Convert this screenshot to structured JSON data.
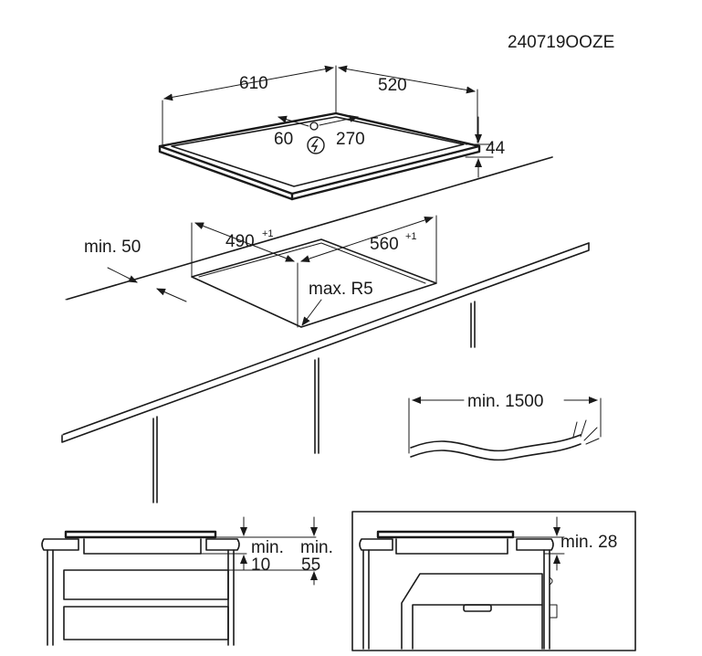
{
  "diagram_code": "240719OOZE",
  "hob_dimensions": {
    "width": "610",
    "depth": "520",
    "height": "44",
    "connection_left": "60",
    "connection_right": "270",
    "power_symbol": "electrical-connection-icon"
  },
  "cutout": {
    "min_front_distance": "min. 50",
    "width": "490",
    "width_tolerance": "+1",
    "depth": "560",
    "depth_tolerance": "+1",
    "corner_radius": "max. R5"
  },
  "cable": {
    "min_length": "min. 1500"
  },
  "drawer_clearance": {
    "left_label_line1": "min.",
    "left_label_line2": "10",
    "right_label_line1": "min.",
    "right_label_line2": "55"
  },
  "oven_clearance": {
    "label": "min. 28"
  },
  "colors": {
    "line": "#1a1a1a",
    "background": "#ffffff"
  }
}
